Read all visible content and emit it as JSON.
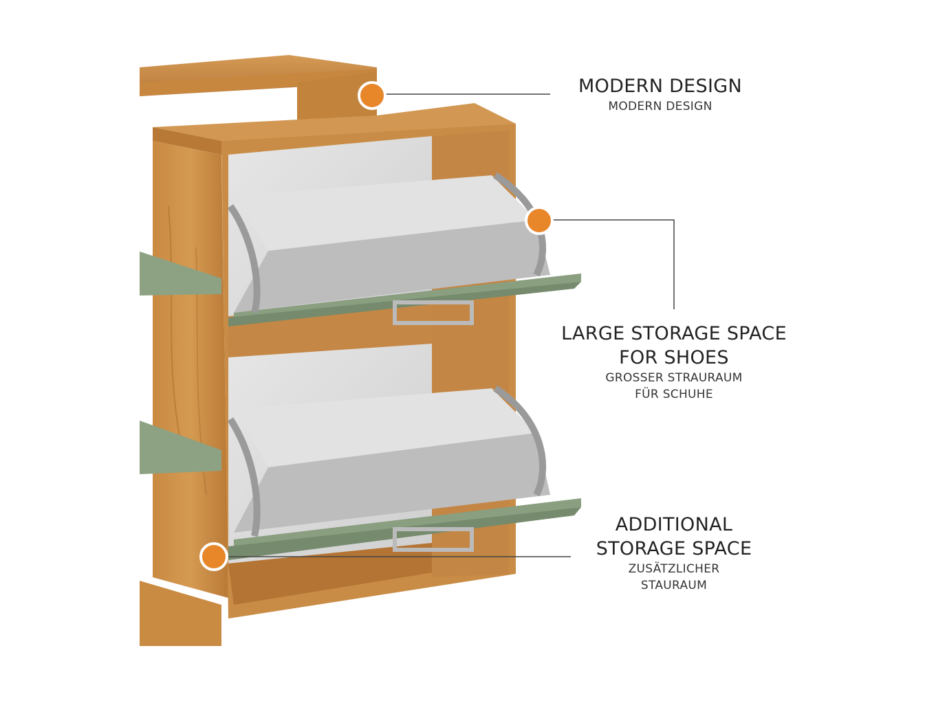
{
  "callouts": [
    {
      "title_lines": [
        "MODERN DESIGN"
      ],
      "subtitle_lines": [
        "MODERN DESIGN"
      ]
    },
    {
      "title_lines": [
        "LARGE STORAGE SPACE",
        "FOR SHOES"
      ],
      "subtitle_lines": [
        "GROSSER STRAURAUM",
        "FÜR SCHUHE"
      ]
    },
    {
      "title_lines": [
        "ADDITIONAL",
        "STORAGE SPACE"
      ],
      "subtitle_lines": [
        "ZUSÄTZLICHER",
        "STAURAUM"
      ]
    }
  ],
  "colors": {
    "marker": "#e8862a",
    "wood": "#c8893f",
    "wood_dark": "#a86a2c",
    "flap_green": "#8a9e80",
    "interior": "#dcdcdc",
    "hinge": "#9a9a9a"
  }
}
